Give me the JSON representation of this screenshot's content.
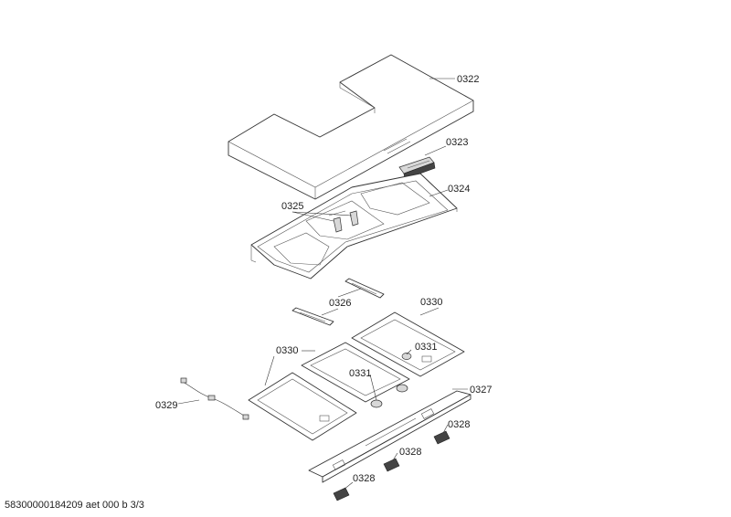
{
  "parts": [
    {
      "key": "p0322",
      "label": "0322"
    },
    {
      "key": "p0323",
      "label": "0323"
    },
    {
      "key": "p0324",
      "label": "0324"
    },
    {
      "key": "p0325",
      "label": "0325"
    },
    {
      "key": "p0326",
      "label": "0326"
    },
    {
      "key": "p0330a",
      "label": "0330"
    },
    {
      "key": "p0330b",
      "label": "0330"
    },
    {
      "key": "p0331a",
      "label": "0331"
    },
    {
      "key": "p0331b",
      "label": "0331"
    },
    {
      "key": "p0327",
      "label": "0327"
    },
    {
      "key": "p0328a",
      "label": "0328"
    },
    {
      "key": "p0328b",
      "label": "0328"
    },
    {
      "key": "p0328c",
      "label": "0328"
    },
    {
      "key": "p0329",
      "label": "0329"
    }
  ],
  "footer": "58300000184209 aet 000 b 3/3"
}
